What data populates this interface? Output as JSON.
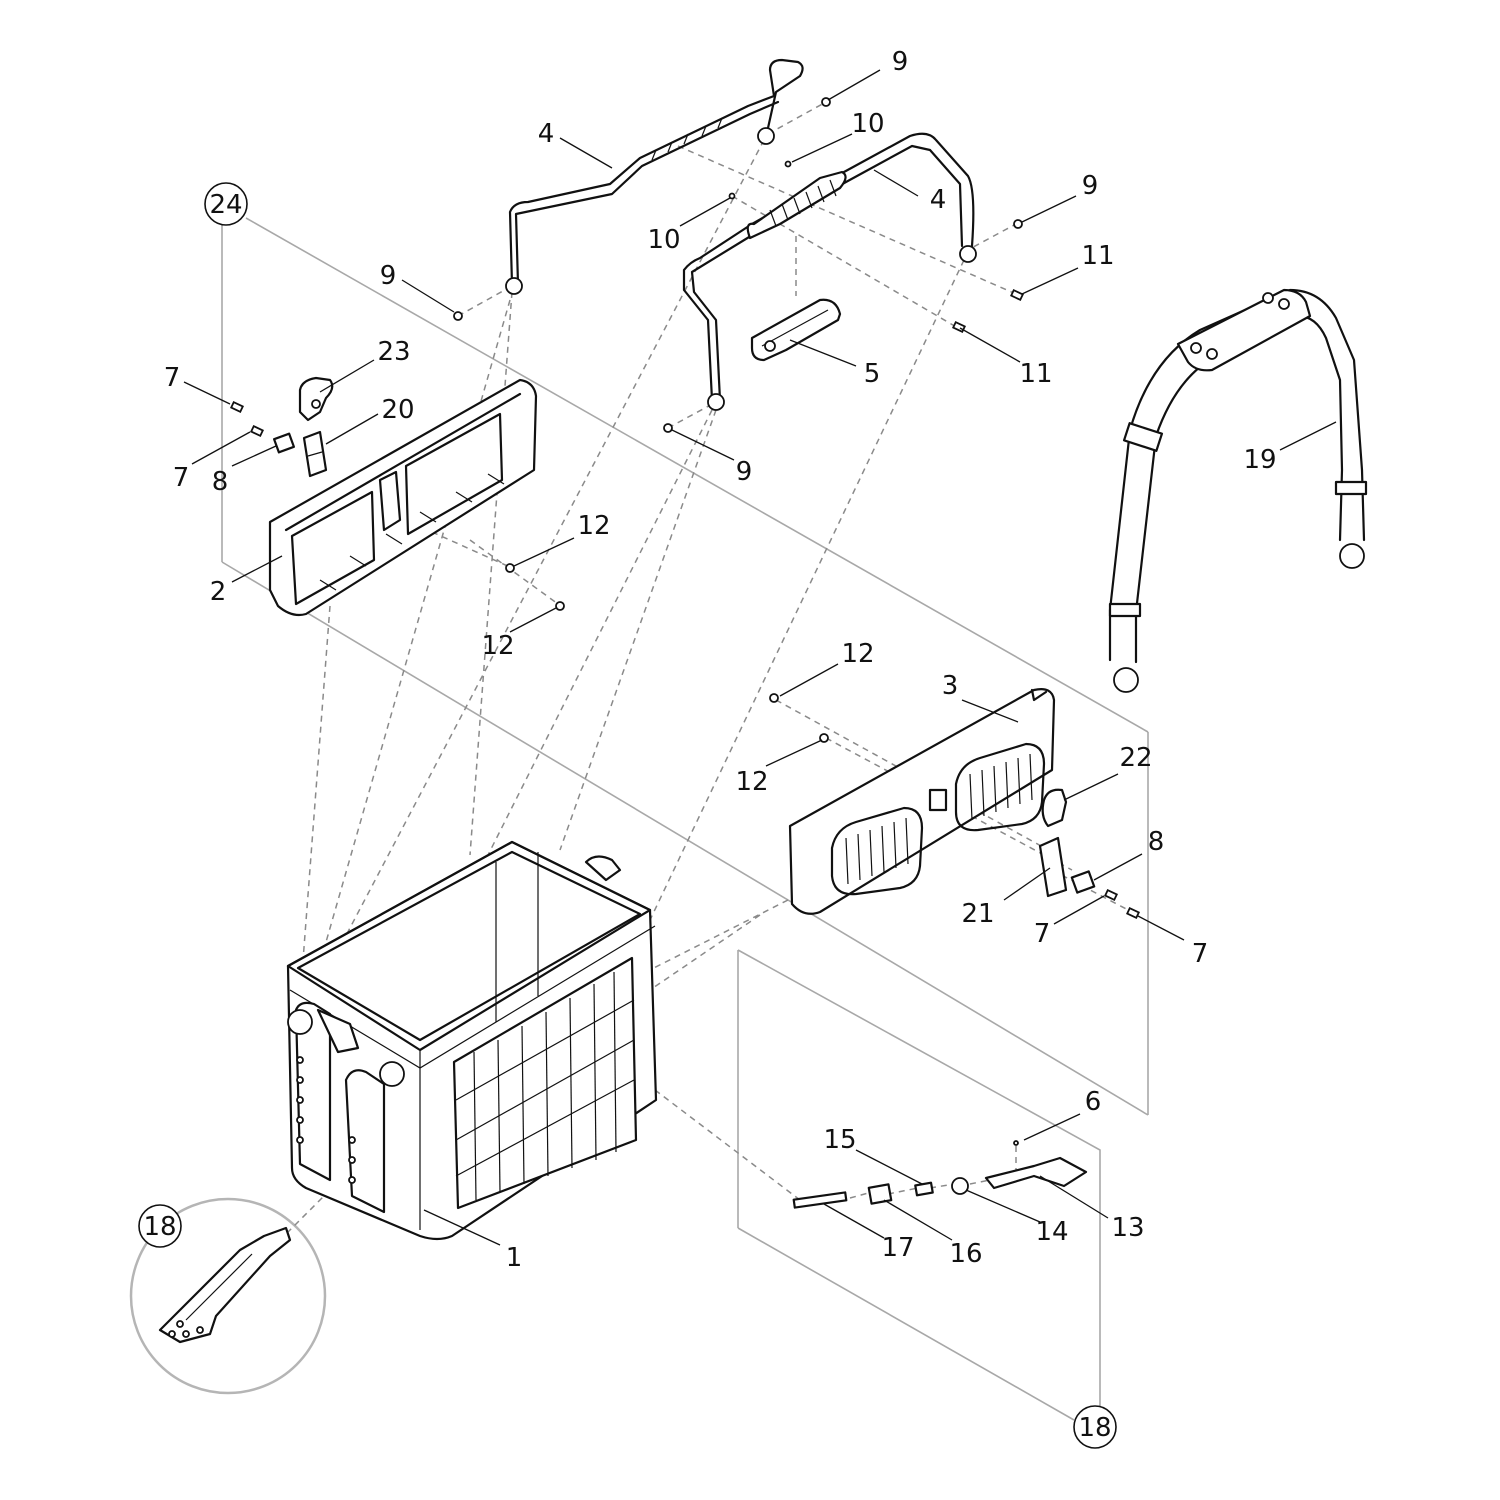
{
  "diagram": {
    "callouts": {
      "p1": "1",
      "p2": "2",
      "p3": "3",
      "p4a": "4",
      "p4b": "4",
      "p5": "5",
      "p6": "6",
      "p7a": "7",
      "p7b": "7",
      "p7c": "7",
      "p7d": "7",
      "p8a": "8",
      "p8b": "8",
      "p9a": "9",
      "p9b": "9",
      "p9c": "9",
      "p9d": "9",
      "p10a": "10",
      "p10b": "10",
      "p11a": "11",
      "p11b": "11",
      "p12a": "12",
      "p12b": "12",
      "p12c": "12",
      "p12d": "12",
      "p13": "13",
      "p14": "14",
      "p15": "15",
      "p16": "16",
      "p17": "17",
      "p18a": "18",
      "p18b": "18",
      "p19": "19",
      "p20": "20",
      "p21": "21",
      "p22": "22",
      "p23": "23",
      "p24": "24"
    }
  }
}
